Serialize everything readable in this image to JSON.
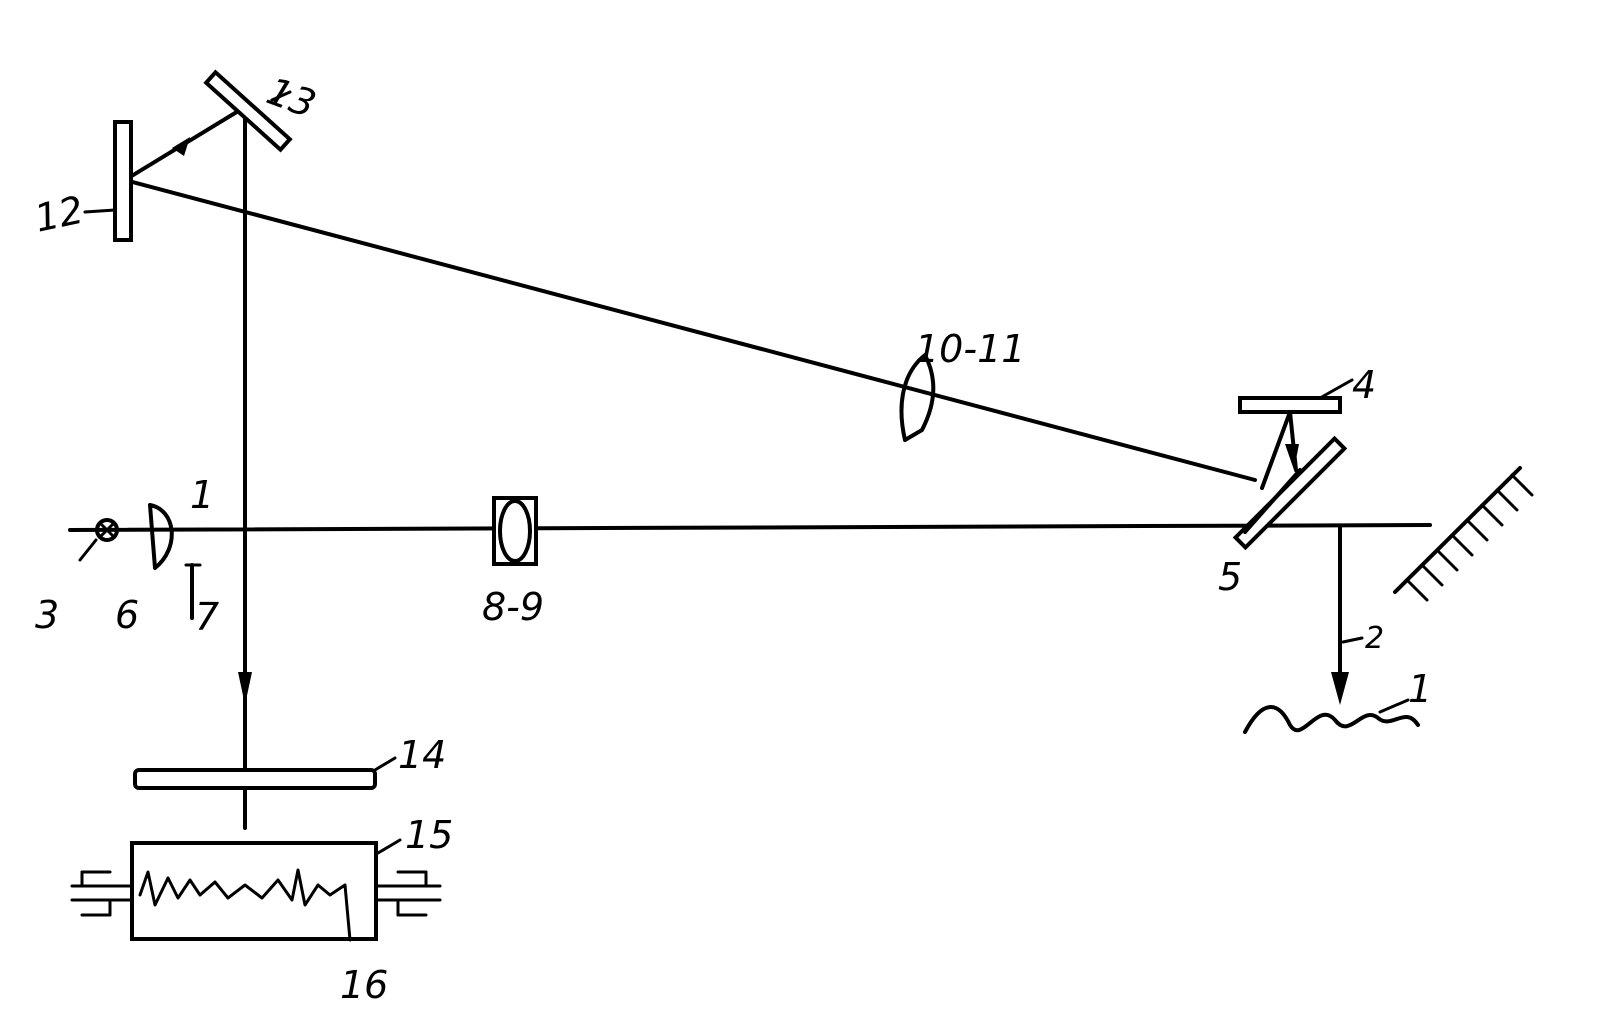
{
  "labels": {
    "l12": "12",
    "l13": "13",
    "l10_11": "10-11",
    "l4": "4",
    "l1_top": "1",
    "l3_left": "3",
    "l6": "6",
    "l7": "7",
    "l8_9": "8-9",
    "l5": "5",
    "l2": "2",
    "l1_right": "1",
    "l14": "14",
    "l15": "15",
    "l16": "16"
  }
}
